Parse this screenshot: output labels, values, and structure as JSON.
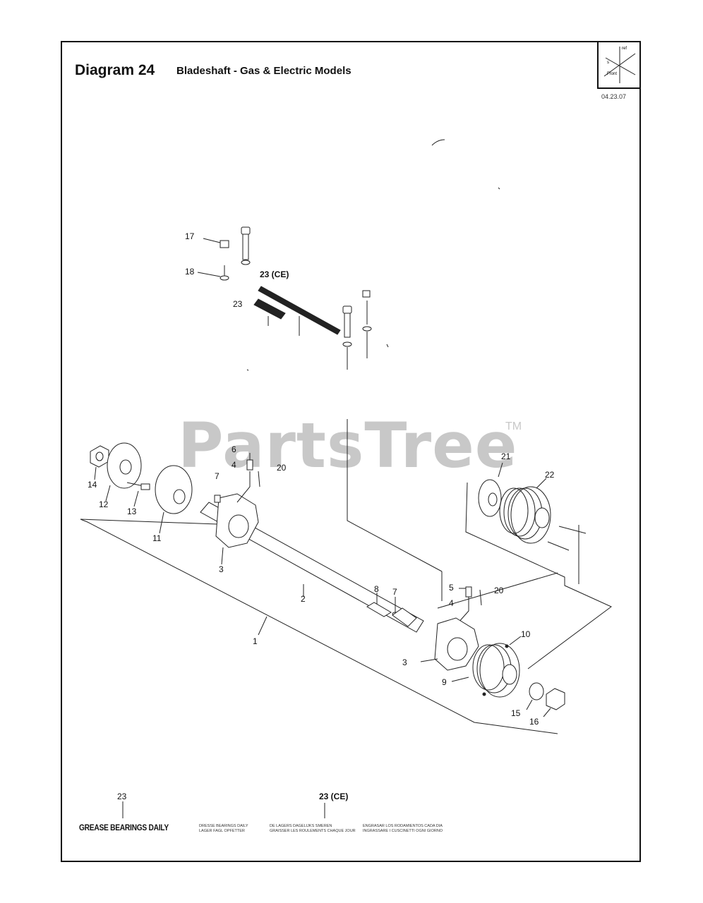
{
  "header": {
    "title": "Diagram 24",
    "subtitle": "Bladeshaft - Gas & Electric Models",
    "date": "04.23.07"
  },
  "watermark": {
    "text": "PartsTree",
    "tm": "TM"
  },
  "callouts": {
    "c17": "17",
    "c18": "18",
    "c23ce_top": "23 (CE)",
    "c23_top": "23",
    "c6": "6",
    "c4a": "4",
    "c20a": "20",
    "c7a": "7",
    "c14": "14",
    "c12": "12",
    "c13": "13",
    "c11": "11",
    "c3a": "3",
    "c2": "2",
    "c1": "1",
    "c8": "8",
    "c7b": "7",
    "c5": "5",
    "c4b": "4",
    "c20b": "20",
    "c21": "21",
    "c22": "22",
    "c10": "10",
    "c9": "9",
    "c3b": "3",
    "c15": "15",
    "c16": "16",
    "c23_bottom": "23",
    "c23ce_bottom": "23 (CE)"
  },
  "decals": {
    "grease": "GREASE BEARINGS DAILY",
    "ce_1a": "DRESSE BEARINGS DAILY",
    "ce_1b": "LAGER FAGL OPFETTER",
    "ce_2a": "DE LAGERS DAGELIJKS SMEREN",
    "ce_2b": "GRAISSER LES ROULEMENTS CHAQUE JOUR",
    "ce_3a": "ENGRASAR LOS RODAMIENTOS CADA DIA",
    "ce_3b": "INGRASSARE I CUSCINETTI OGNI GIORNO"
  }
}
